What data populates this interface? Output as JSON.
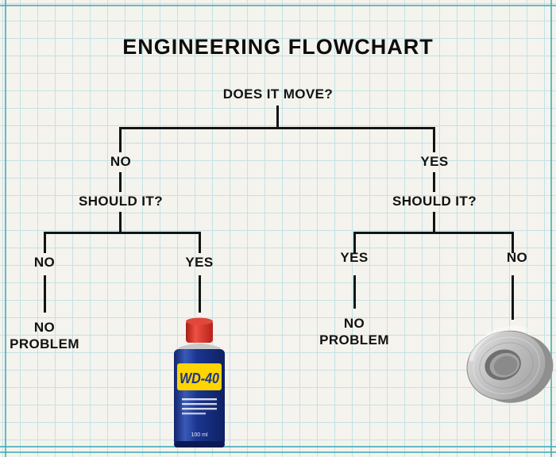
{
  "title": "ENGINEERING FLOWCHART",
  "root": {
    "question": "DOES IT MOVE?"
  },
  "left": {
    "branch_label": "NO",
    "question": "SHOULD IT?",
    "no": {
      "label": "NO",
      "result": "NO PROBLEM"
    },
    "yes": {
      "label": "YES",
      "result_icon": "wd40-can"
    }
  },
  "right": {
    "branch_label": "YES",
    "question": "SHOULD IT?",
    "yes": {
      "label": "YES",
      "result": "NO PROBLEM"
    },
    "no": {
      "label": "NO",
      "result_icon": "duct-tape-roll"
    }
  },
  "wd40": {
    "brand": "WD-40",
    "size": "100 ml"
  },
  "colors": {
    "paper": "#f5f3ed",
    "grid": "#c3e2e6",
    "margin_line": "#3eacbc",
    "connector": "#131313",
    "wd40_blue": "#1a358f",
    "wd40_yellow": "#ffd400",
    "wd40_cap_red": "#cf2a1e",
    "tape_silver": "#c6c6c6"
  }
}
